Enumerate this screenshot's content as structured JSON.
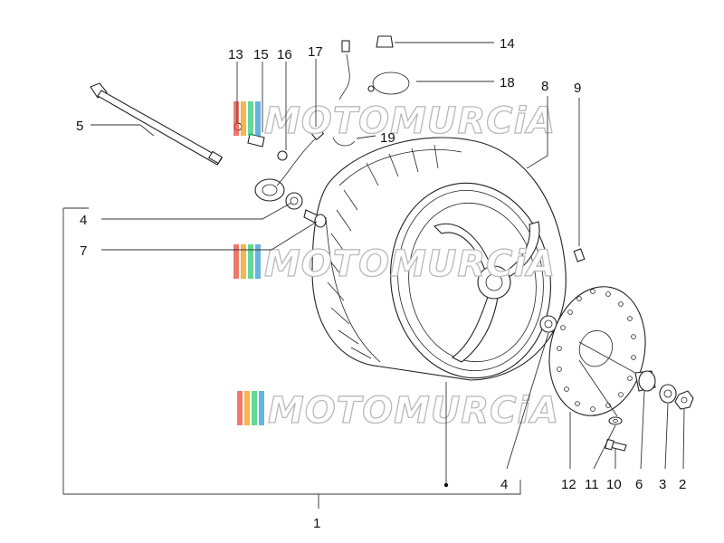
{
  "labels": {
    "l1": "1",
    "l2": "2",
    "l3": "3",
    "l4a": "4",
    "l4b": "4",
    "l5": "5",
    "l6": "6",
    "l7": "7",
    "l8": "8",
    "l9": "9",
    "l10": "10",
    "l11": "11",
    "l12": "12",
    "l13": "13",
    "l14": "14",
    "l15": "15",
    "l16": "16",
    "l17": "17",
    "l18": "18",
    "l19": "19"
  },
  "watermark": {
    "text": "MOTOMURCiA",
    "stripe_colors": [
      "#e74c3c",
      "#f39c12",
      "#2ecc71",
      "#3498db"
    ]
  }
}
